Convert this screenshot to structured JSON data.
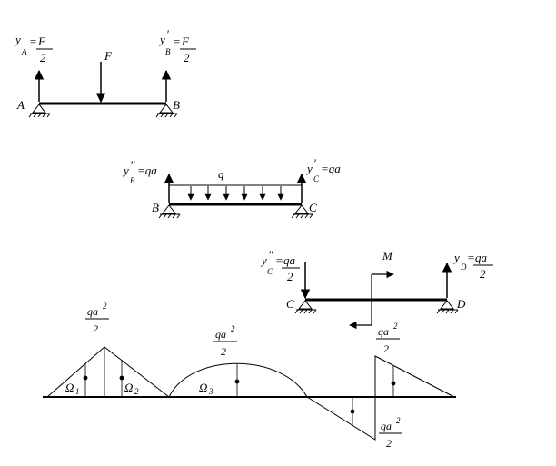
{
  "beam1": {
    "reaction_a": {
      "symbol": "y",
      "sub": "A",
      "eq": "=",
      "num": "F",
      "den": "2"
    },
    "reaction_b": {
      "symbol": "y",
      "prime": "′",
      "sub": "B",
      "eq": "=",
      "num": "F",
      "den": "2"
    },
    "force": "F",
    "support_a": "A",
    "support_b": "B"
  },
  "beam2": {
    "reaction_b": {
      "symbol": "y",
      "prime": "″",
      "sub": "B",
      "value": "=qa"
    },
    "reaction_c": {
      "symbol": "y",
      "prime": "′",
      "sub": "C",
      "value": "=qa"
    },
    "load": "q",
    "support_b": "B",
    "support_c": "C"
  },
  "beam3": {
    "reaction_c": {
      "symbol": "y",
      "prime": "″",
      "sub": "C",
      "eq": "=",
      "num": "qa",
      "den": "2"
    },
    "reaction_d": {
      "symbol": "y",
      "sub": "D",
      "eq": "=",
      "num": "qa",
      "den": "2"
    },
    "moment": "M",
    "support_c": "C",
    "support_d": "D"
  },
  "moment_diagram": {
    "peak1": {
      "num": "qa",
      "sup": "2",
      "den": "2"
    },
    "peak2": {
      "num": "qa",
      "sup": "2",
      "den": "2"
    },
    "peak3": {
      "num": "qa",
      "sup": "2",
      "den": "2"
    },
    "peak4": {
      "num": "qa",
      "sup": "2",
      "den": "2"
    },
    "areas": [
      {
        "symbol": "Ω",
        "sub": "1"
      },
      {
        "symbol": "Ω",
        "sub": "2"
      },
      {
        "symbol": "Ω",
        "sub": "3"
      }
    ]
  }
}
